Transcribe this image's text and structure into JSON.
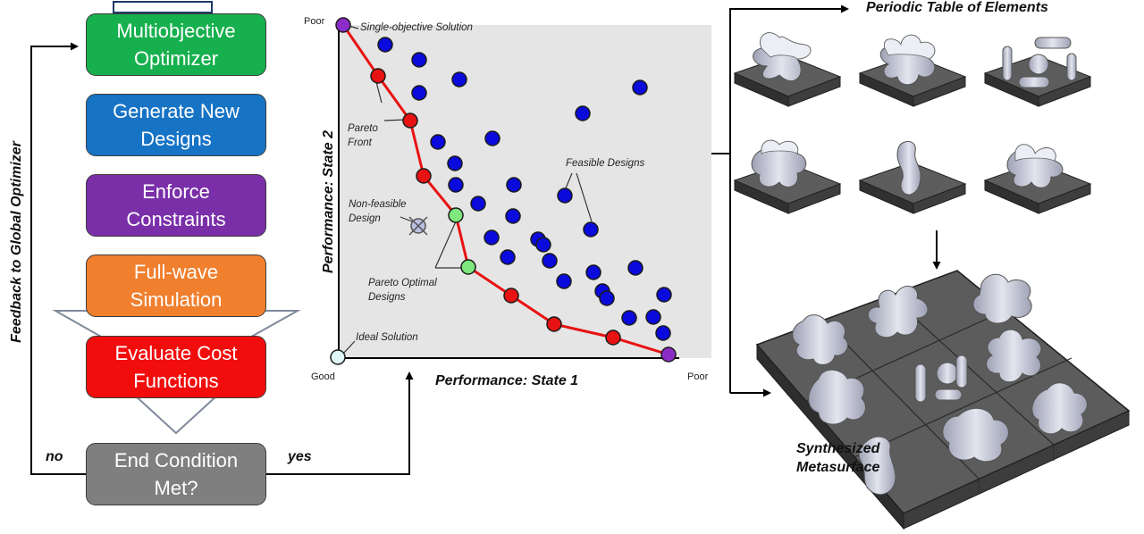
{
  "flow": {
    "steps": [
      {
        "label": "Multiobjective\nOptimizer",
        "color": "#17b04e"
      },
      {
        "label": "Generate New\nDesigns",
        "color": "#1773c4"
      },
      {
        "label": "Enforce\nConstraints",
        "color": "#7a2fa8"
      },
      {
        "label": "Full-wave\nSimulation",
        "color": "#f07f2e"
      },
      {
        "label": "Evaluate Cost\nFunctions",
        "color": "#f20d0d"
      },
      {
        "label": "End Condition\nMet?",
        "color": "#7f7f7f"
      }
    ],
    "feedback_label": "Feedback to Global Optimizer",
    "no_label": "no",
    "yes_label": "yes"
  },
  "plot": {
    "ylabel": "Performance: State 2",
    "xlabel": "Performance: State 1",
    "y_top_label": "Poor",
    "x_right_label": "Poor",
    "origin_label": "Good",
    "annotations": {
      "single_objective": "Single-objective Solution",
      "pareto_front": "Pareto\nFront",
      "feasible": "Feasible Designs",
      "non_feasible": "Non-feasible\nDesign",
      "pareto_optimal": "Pareto Optimal\nDesigns",
      "ideal": "Ideal Solution"
    },
    "colors": {
      "feasible": "#0a0adc",
      "front": "#e81212",
      "optimal": "#7ee87e",
      "single": "#8c2cc8",
      "ideal": "#dff7f7",
      "nonfeasible": "#b9bfe0"
    }
  },
  "right": {
    "periodic_title": "Periodic Table of Elements",
    "metasurface_title": "Synthesized\nMetasurface"
  }
}
